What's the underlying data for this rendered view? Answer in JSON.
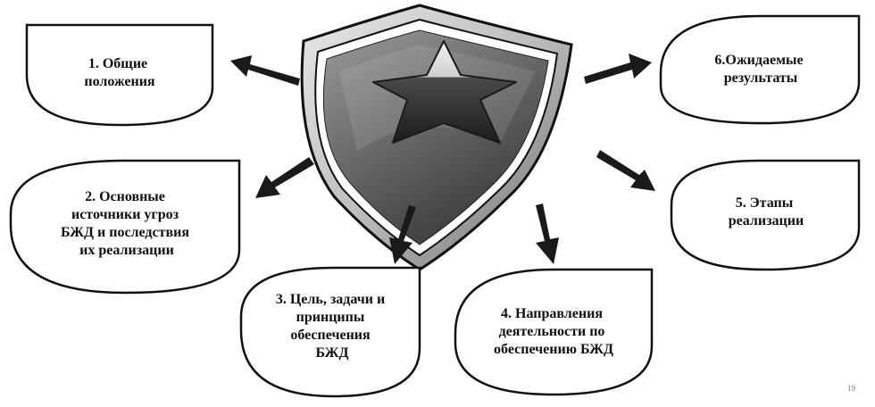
{
  "nodes": [
    {
      "id": "n1",
      "lines": [
        "1. Общие",
        "положения"
      ]
    },
    {
      "id": "n2",
      "lines": [
        "2. Основные",
        "источники угроз",
        "БЖД и последствия",
        "их реализации"
      ]
    },
    {
      "id": "n3",
      "lines": [
        "3. Цель, задачи и",
        "принципы",
        "обеспечения",
        "БЖД"
      ]
    },
    {
      "id": "n4",
      "lines": [
        "4. Направления",
        "деятельности по",
        "обеспечению БЖД"
      ]
    },
    {
      "id": "n5",
      "lines": [
        "5. Этапы",
        "реализации"
      ]
    },
    {
      "id": "n6",
      "lines": [
        "6.Ожидаемые",
        "результаты"
      ]
    }
  ],
  "center_icon": "shield-star-icon",
  "page_number": "19",
  "colors": {
    "outline": "#111111",
    "arrow": "#1a1a1a",
    "text": "#111111",
    "bubble_fill": "#ffffff"
  }
}
